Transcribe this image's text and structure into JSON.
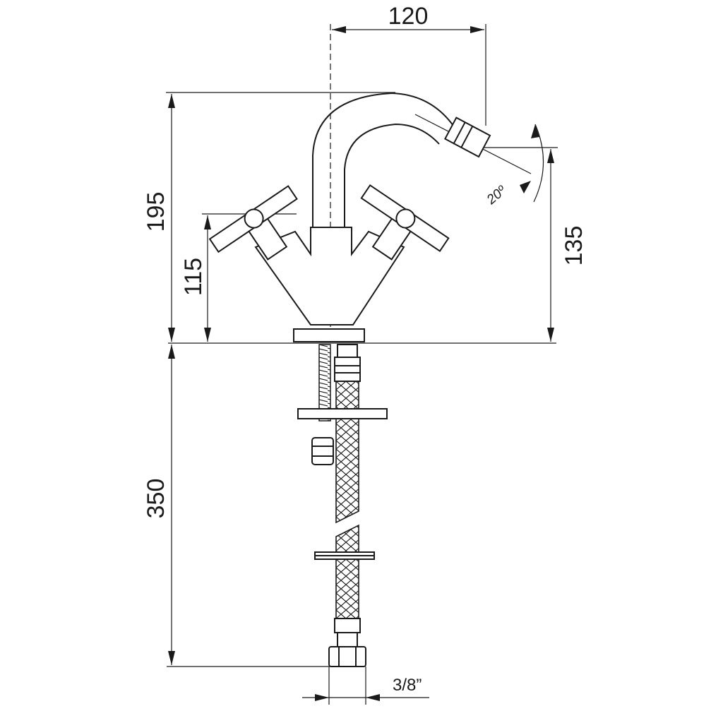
{
  "dimensions": {
    "spout_reach": "120",
    "total_height": "195",
    "spout_outlet_height": "135",
    "handle_height": "115",
    "hose_length": "350",
    "hose_connection": "3/8”",
    "spout_angle": "20º"
  }
}
